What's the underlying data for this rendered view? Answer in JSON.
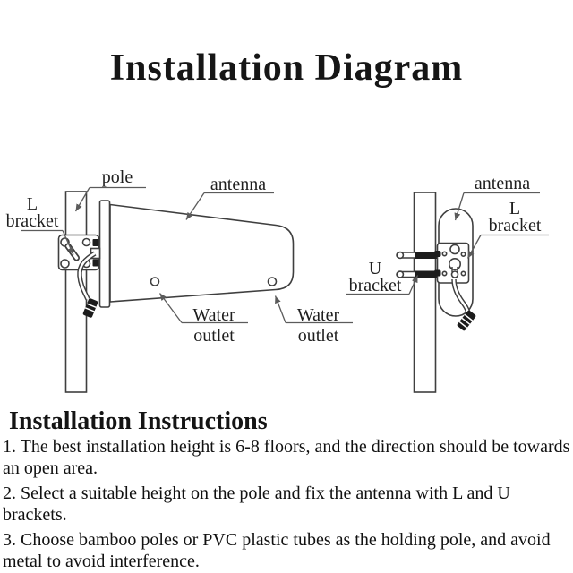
{
  "title": "Installation Diagram",
  "diagram": {
    "left_view": {
      "pole_label": "pole",
      "l_bracket_label": [
        "L",
        "bracket"
      ],
      "antenna_label": "antenna",
      "water_outlet_front_label": [
        "Water",
        "outlet"
      ],
      "water_outlet_rear_label": [
        "Water",
        "outlet"
      ]
    },
    "right_view": {
      "antenna_label": "antenna",
      "l_bracket_label": [
        "L",
        "bracket"
      ],
      "u_bracket_label": [
        "U",
        "bracket"
      ]
    }
  },
  "instructions": {
    "heading": "Installation Instructions",
    "items": [
      "1. The best installation height is 6-8 floors, and the direction should be towards an open area.",
      "2. Select a suitable height on the pole and fix the antenna with L and U brackets.",
      "3. Choose bamboo poles or PVC plastic tubes as the holding pole, and avoid metal to avoid interference."
    ]
  },
  "colors": {
    "background": "#ffffff",
    "line_art": "#3f3f3f",
    "leader_lines": "#5b5b5b",
    "text": "#141414"
  }
}
